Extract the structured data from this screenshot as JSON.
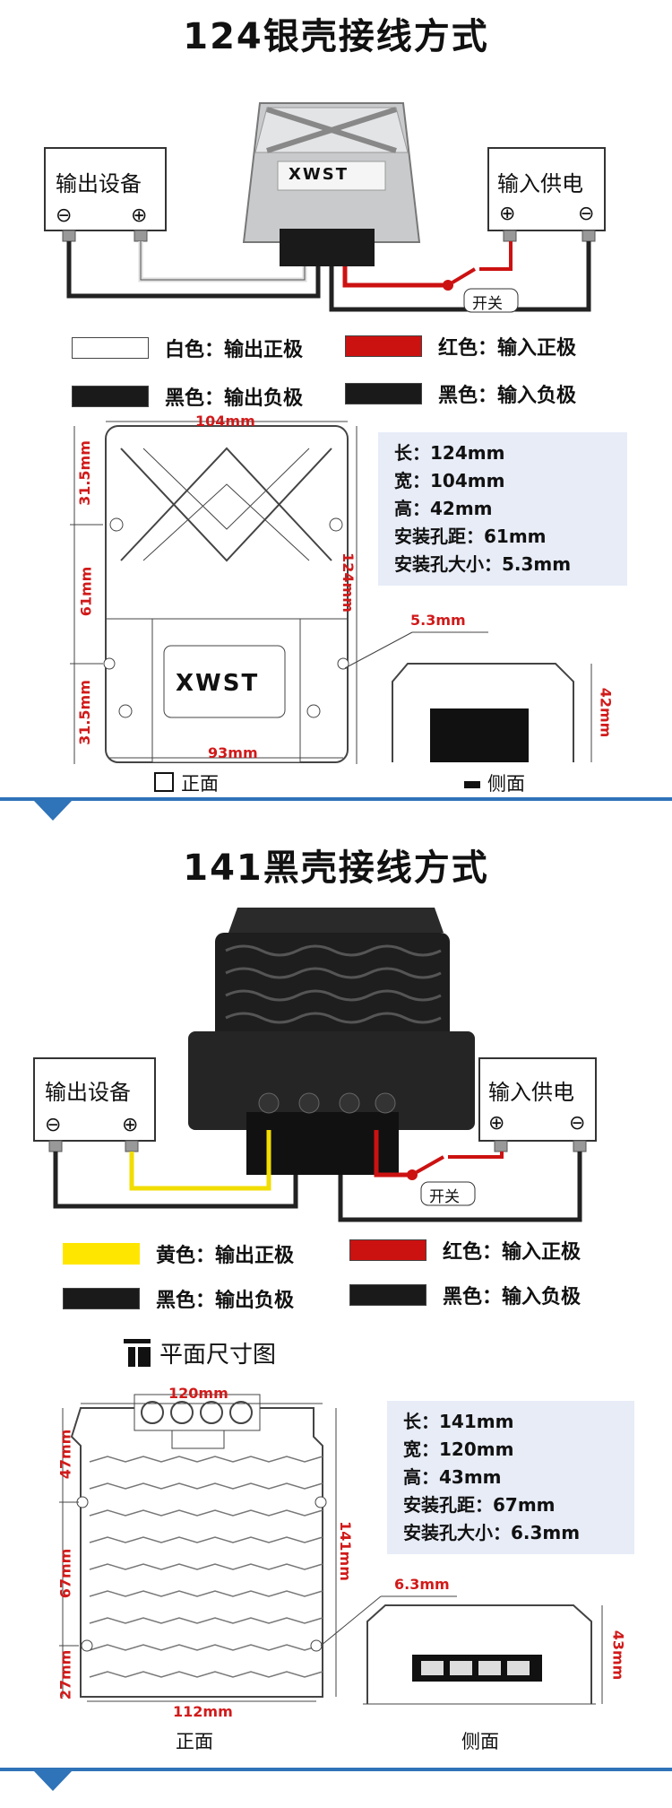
{
  "section1": {
    "title": "124银壳接线方式",
    "output_device": "输出设备",
    "input_power": "输入供电",
    "brand": "XWST",
    "switch": "开关",
    "legend": [
      {
        "label": "白色：输出正极",
        "color": "#ffffff"
      },
      {
        "label": "红色：输入正极",
        "color": "#cc1111"
      },
      {
        "label": "黑色：输出负极",
        "color": "#1a1a1a"
      },
      {
        "label": "黑色：输入负极",
        "color": "#1a1a1a"
      }
    ],
    "specs": [
      "长：124mm",
      "宽：104mm",
      "高：42mm",
      "安装孔距：61mm",
      "安装孔大小：5.3mm"
    ],
    "dims": {
      "width": "104mm",
      "length": "124mm",
      "top": "31.5mm",
      "mid": "61mm",
      "bottom": "31.5mm",
      "base": "93mm",
      "hole": "5.3mm",
      "height": "42mm"
    },
    "front_label": "正面",
    "side_label": "侧面"
  },
  "section2": {
    "title": "141黑壳接线方式",
    "output_device": "输出设备",
    "input_power": "输入供电",
    "switch": "开关",
    "legend": [
      {
        "label": "黄色：输出正极",
        "color": "#ffe600"
      },
      {
        "label": "红色：输入正极",
        "color": "#cc1111"
      },
      {
        "label": "黑色：输出负极",
        "color": "#1a1a1a"
      },
      {
        "label": "黑色：输入负极",
        "color": "#1a1a1a"
      }
    ],
    "plan_title": "平面尺寸图",
    "specs": [
      "长：141mm",
      "宽：120mm",
      "高：43mm",
      "安装孔距：67mm",
      "安装孔大小：6.3mm"
    ],
    "dims": {
      "width": "120mm",
      "length": "141mm",
      "top": "47mm",
      "mid": "67mm",
      "bottom": "27mm",
      "base": "112mm",
      "hole": "6.3mm",
      "height": "43mm"
    },
    "front_label": "正面",
    "side_label": "侧面"
  },
  "symbols": {
    "minus": "⊖",
    "plus": "⊕"
  }
}
